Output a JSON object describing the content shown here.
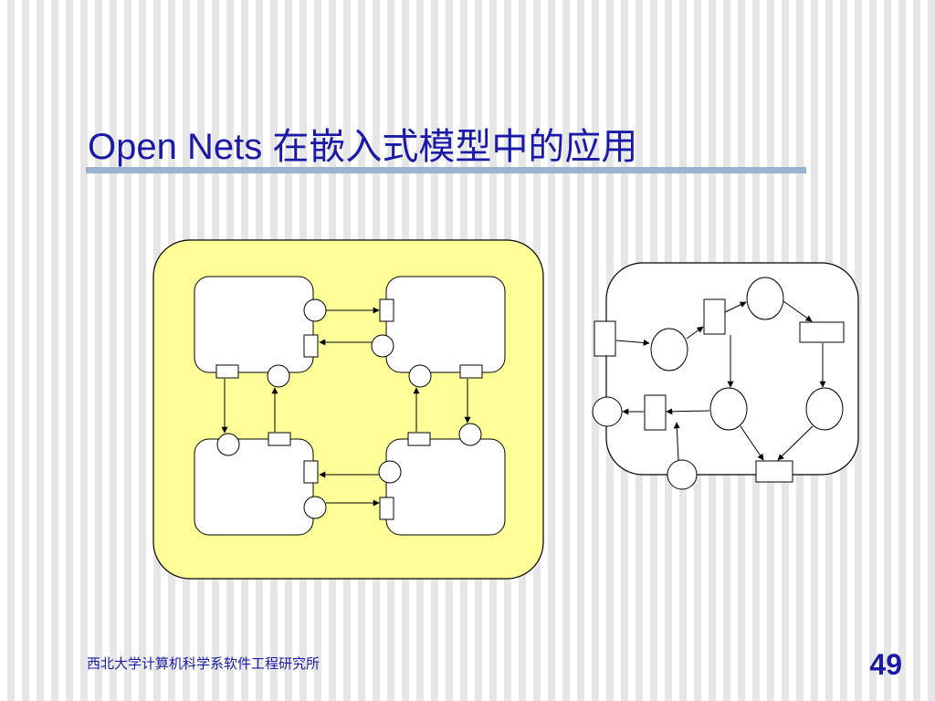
{
  "slide": {
    "title_en": "Open Nets",
    "title_cn": "在嵌入式模型中的应用",
    "footer_text": "西北大学计算机科学系软件工程研究所",
    "page_number": "49"
  },
  "colors": {
    "title": "#1a1aa6",
    "rule": "#9cb2cc",
    "yellow_panel": "#ffff99",
    "stroke": "#000000",
    "fill": "#ffffff"
  }
}
